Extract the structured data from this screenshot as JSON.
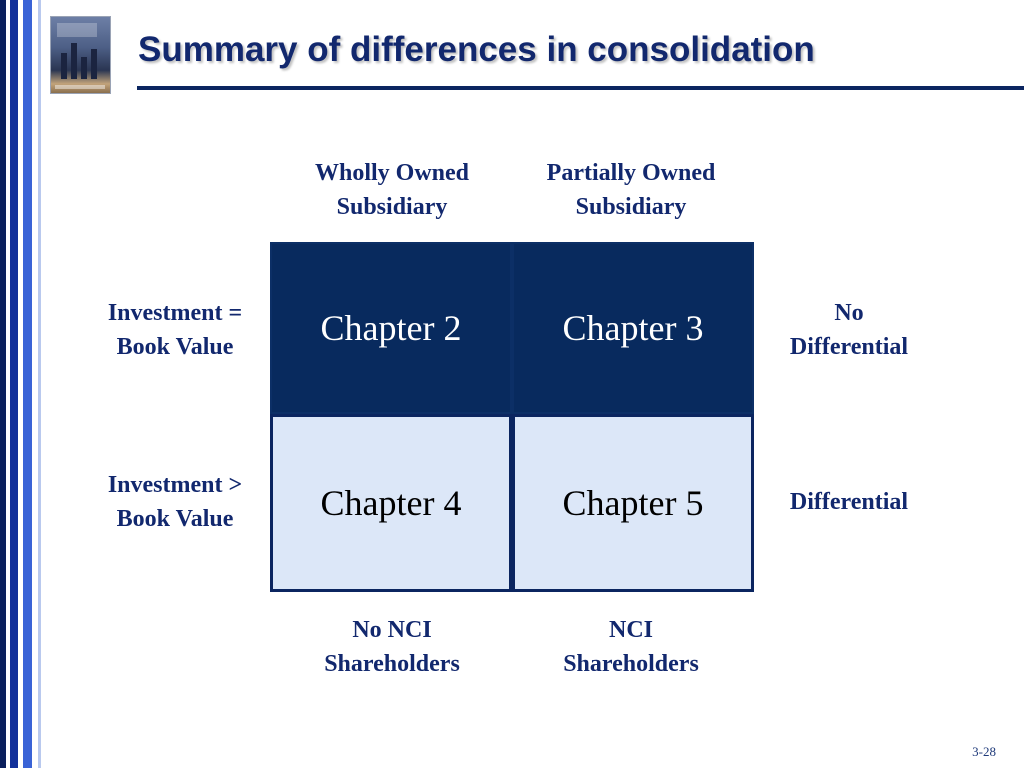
{
  "slide": {
    "title": "Summary of differences in consolidation",
    "number": "3-28"
  },
  "columns": {
    "wholly": "Wholly Owned\nSubsidiary",
    "partially": "Partially Owned\nSubsidiary"
  },
  "rows": {
    "equal": "Investment =\nBook Value",
    "greater": "Investment >\nBook Value"
  },
  "right_labels": {
    "no_differential": "No\nDifferential",
    "differential": "Differential"
  },
  "bottom_labels": {
    "no_nci": "No NCI\nShareholders",
    "nci": "NCI\nShareholders"
  },
  "cells": {
    "top_left": "Chapter 2",
    "top_right": "Chapter 3",
    "bottom_left": "Chapter 4",
    "bottom_right": "Chapter 5"
  },
  "colors": {
    "dark_cell": "#082a5e",
    "light_cell": "#dce7f8",
    "label_text": "#12286e"
  }
}
